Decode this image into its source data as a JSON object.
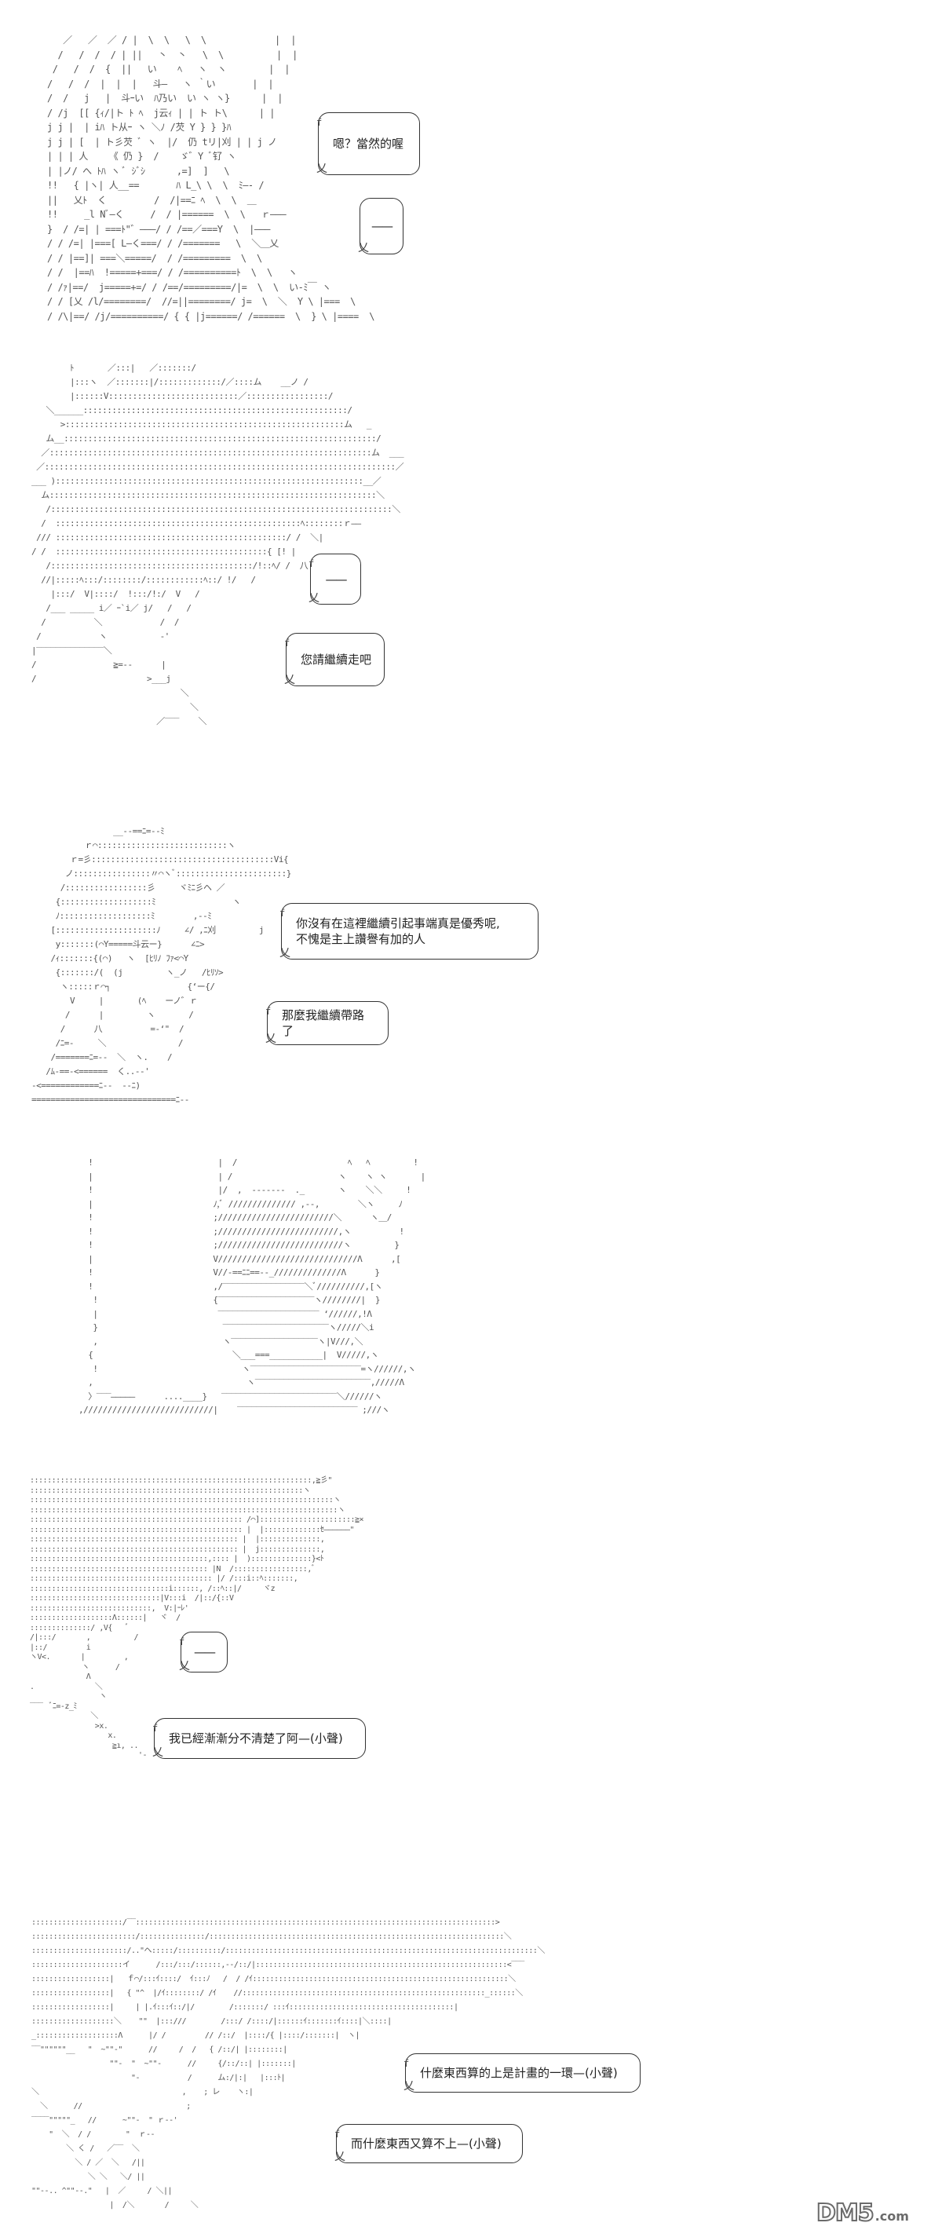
{
  "page": {
    "background": "#ffffff",
    "ink_color": "#333333"
  },
  "panels": [
    {
      "id": 1,
      "ascii_art": "   ／   ／  ／ / |  \\  \\   \\  \\             |  |\n  /   /  /  / | ||   丶  丶   \\  \\          |  |\n /   /  /  {  ||   い    ﾍ   ヽ  ヽ        |  |\n/   /  /  |  |  |   斗―   ヽ ｀い       |  |\n/  /   j   |  斗ｰい  ﾊ乃い  い ヽ ヽ}      |  |\n/ /j  [[ {ｨ/|ト ﾄ ﾍ  j云ｨ | | ト ト\\      | |\nj j |  | iﾊ ト从ｰ ヽ ＼ﾉ /芡 Y } } }ﾊ\nj j | [  | ト彡芡 ﾞ ヽ  |/  仍 tリ|刈 | | j ノ\n| | | 人    《 仍 }  /    ゞ゛Y ﾞ钌 ヽ\n| |ノ/ へ ﾄﾊ ヽ ﾞ ｼﾞｼ      ,=]  ]   \\\n!!   { |ヽ| 人__==       ﾊ L_\\ \\  \\  ﾐ―‐ /\n||   乂ﾄ  く         /  /|==ﾆ ﾍ  \\  \\  ＿\n!!     _l Nﾞ―く     /  / |======  \\  \\   ｒ―――\n}  / /=| | ===ﾄ\"゛―――/ / /==／===Y  \\  |―――\n/ / /=| |===[ L―く===/ / /=======   \\  ＼＿乂\n/ / |==]| ===＼=====/  / /=========  \\  \\\n/ /  |==ﾊ  !=====+===/ / /==========ﾄ  \\  \\   ヽ\n/ /ｧ|==/  j=====+=/ / /==/=========/|=  \\  \\  い-ﾐ￣ ヽ\n/ / [乂 /l/========/  //=||========/ j=  \\  ＼  Y \\ |===  \\\n/ /\\|==/ /j/==========/ { { |j======/ /======  \\  } \\ |====  \\",
      "bubbles": [
        {
          "text": "嗯？當然的喔",
          "tail": "乂",
          "mark": "f"
        },
        {
          "text": "——",
          "tail": "乂",
          "mark": ""
        }
      ]
    },
    {
      "id": 2,
      "ascii_art": "        ﾄ       ／:::|   ／:::::::/\n        |:::ヽ  ／:::::::|/:::::::::::::/／::::ム    __ノ /\n        |::::::V:::::::::::::::::::::::::::／:::::::::::::::::/\n   ＼______:::::::::::::::::::::::::::::::::::::::::::::::::::::::/\n      >::::::::::::::::::::::::::::::::::::::::::::::::::::::::::ム   _\n   ム__:::::::::::::::::::::::::::::::::::::::::::::::::::::::::::::::::/\n  ／:::::::::::::::::::::::::::::::::::::::::::::::::::::::::::::::::::ム  ___\n ／:::::::::::::::::::::::::::::::::::::::::::::::::::::::::::::::::::::::::／\n___ )::::::::::::::::::::::::::::::::::::::::::::::::::::::::::::::::__／\n  ム::::::::::::::::::::::::::::::::::::::::::::::::::::::::::::::::::::＼\n   /:::::::::::::::::::::::::::::::::::::::::::::::::::::::::::::::::::::::＼\n  /  :::::::::::::::::::::::::::::::::::::::::::::::::::ﾍ::::::::ｒ――\n /// ::::::::::::::::::::::::::::::::::::::::::::::::/ /  ＼|\n/ /  ::::::::::::::::::::::::::::::::::::::::::::{ [! |\n   /::::::::::::::::::::::::::::::::::::::::::/!::ﾍ/ /  八\n  //|:::::ﾍ:::/::::::::/::::::::::::ﾍ::/ !/   /\n    |:::/  V|::::/  !:::/!:/  V   /\n   /___ _____ i／ ｰ`i／ j/   /   /\n  /          ＼            /  /\n /            ヽ           ‐'\n|‾‾‾‾‾‾‾‾‾‾‾‾‾‾＼\n/                ≧=--      |\n/                       >___j\n                               ＼\n                                 ＼\n                          ／‾‾‾    ＼",
      "bubbles": [
        {
          "text": "——",
          "tail": "乂",
          "mark": "f"
        },
        {
          "text": "您請繼續走吧",
          "tail": "乂",
          "mark": "f"
        }
      ]
    },
    {
      "id": 3,
      "ascii_art": "                 __--==ﾆ=--ﾐ\n           ｒ⌒:::::::::::::::::::::::::::ヽ\n        ｒ=彡::::::::::::::::::::::::::::::::::::::Vi{\n       ノ::::::::::::::::〃⌒ヽﾞ:::::::::::::::::::::::}\n      /:::::::::::::::::彡     ヾﾐﾆ彡ヘ ／\n     {:::::::::::::::::::ﾐ                ヽ\n     ﾉ:::::::::::::::::::ﾐ        ,--ﾐ\n    [:::::::::::::::::::::ﾉ     ∠/ ,ﾆ刈         j\n     y:::::::(⌒Y=====斗云ー}      ∠ﾆ>\n    /ｨ:::::::{(⌒)   ヽ  [ﾋﾘﾉ ﾌｧ<⌒Y\n     {:::::::/(  (j         ヽ_ノ   /ﾋﾘｿ>\n      ヽ:::::ｒ⌒┐                {‘ー{/\n        V     |       (ﾍ    ーノ゛ｒ\n       /      |         ヽ       /\n      /      八          =-‘\"  /\n     /ﾆ=-     ＼               /\n    /=======ﾆ=--  ＼  ヽ.    /\n   /ﾑ-==-<======  く..-‐'\n-<============ﾆ--  ‐-ﾆ)\n==============================ﾆ--",
      "bubbles": [
        {
          "lines": [
            "你沒有在這裡繼續引起事端真是優秀呢,",
            "不愧是主上讚譽有加的人"
          ],
          "tail": "乂",
          "mark": "f"
        },
        {
          "text": "那麼我繼續帶路了",
          "tail": "乂",
          "mark": "f"
        }
      ]
    },
    {
      "id": 4,
      "ascii_art": "  !                          |  /                       ﾍ   ﾍ         !\n  |                          | /                      ヽ    ヽ ヽ       |\n  !                          |/  ,  ‐‐‐‐‐‐‐  ._       ヽ    ＼＼     !\n  |                         ﾉ,ﾞ ////////////// ,--,        ＼ヽ     ﾉ\n  !                         ;////////////////////////＼      ヽ＿/\n  !                         ;/////////////////////////,ヽ          !\n  !                         ;//////////////////////////ヽ         }\n  |                         V/////////////////////////////Λ      ,[\n  !                         V//‐==ﾆﾆ==‐‐_//////////////Λ      }\n  !                         ,/‾‾‾‾‾‾‾‾‾‾‾‾‾‾‾‾‾＼ﾞ//////////,[ヽ\n   !                        {‾‾‾‾‾‾‾‾‾‾‾‾‾‾‾‾‾‾‾‾ヽ////////|  }\n   |                         ‾‾‾‾‾‾‾‾‾‾‾‾‾‾‾‾‾‾‾‾‾ ‘//////,!Λ\n   }                          ‾‾‾‾‾‾‾‾‾‾‾‾‾‾‾‾‾‾‾‾‾‾ヽ/////＼i\n   ,                          ヽ‾‾‾‾‾‾‾‾‾‾‾‾‾‾‾‾‾‾ヽ|V///,＼\n  {                             ＼___===___________|  V/////,ヽ\n   !                              ヽ‾‾‾‾‾‾‾‾‾‾‾‾‾‾‾‾‾‾‾‾‾‾‾=ヽ//////,ヽ\n  ,                                ヽ‾‾‾‾‾‾‾‾‾‾‾‾‾‾‾‾‾‾‾‾‾‾‾‾,/////Λ\n  〉‾‾‾―――――      ....____}   ‾‾‾‾‾‾‾‾‾‾‾‾‾‾‾‾‾‾‾‾‾‾‾‾＼//////ヽ\n,///////////////////////////|    ‾‾‾‾‾‾‾‾‾‾‾‾‾‾‾‾‾‾‾‾‾‾‾‾‾ ;///ヽ",
      "bubbles": []
    },
    {
      "id": 5,
      "ascii_art": ":::::::::::::::::::::::::::::::::::::::::::::::::::::::::::::::::,≧彡\"\n:::::::::::::::::::::::::::::::::::::::::::::::::::::::::::::::ヽ\n::::::::::::::::::::::::::::::::::::::::::::::::::::::::::::::::::::::ヽ\n:::::::::::::::::::::::::::::::::::::::::::::::::::::::::::::::::::::::ヽ\n::::::::::::::::::::::::::::::::::::::::::::::::: /⌒]::::::::::::::::::::::≧×\n::::::::::::::::::::::::::::::::::::::::::::::::: |  |:::::::::::::ｾ――――――\"\n:::::::::::::::::::::::::::::::::::::::::::::::: |  |::::::::::::::,\n:::::::::::::::::::::::::::::::::::::::::::::::: |  j::::::::::::::,\n:::::::::::::::::::::::::::::::::::::::::,:::: |  )::::::::::::::}<ﾄ\n::::::::::::::::::::::::::::::::::::::::: |N  /:::::::::::::::::,ﾞ\n:::::::::::::::::::::::::::::::::::::::::: |/ /:::i::ﾍ:::::::,\n::::::::::::::::::::::::::::::::i::::::, /::ﾍ::|/     ヾz\n::::::::::::::::::::::::::::::|V:::i  /|::/{::V\n::::::::::::::::::::::::::::,  V:|ｰﾚ'\n:::::::::::::::::::Λ::::::|   ヾ  /\n::::::::::::::/ ,V{   ﾞ\n/|:::/       ,          /\n|::/         i\nヽV<.       |         ,\n            ヽ      /\n             Λ\n.              ＼\n                ヽ\n‾‾‾  ﾞﾆ=-z_ﾐ\n              ＼\n               >x.\n                  x.\n                   ≧ı, ..\n                         '‐",
      "bubbles": [
        {
          "text": "——",
          "tail": "乂",
          "mark": "f"
        },
        {
          "text": "我已經漸漸分不清楚了阿—(小聲)",
          "tail": "乂",
          "mark": "f"
        }
      ]
    },
    {
      "id": 6,
      "ascii_art": ":::::::::::::::::::::/‾‾:::::::::::::::::::::::::::::::::::::::::::::::::::::::::::::::::::::::::::::::::::>\n::::::::::::::::::::::::/:::::::::::::::/::::::::::::::::::::::::::::::::::::::::::::::::::::::::::::::::::::＼\n::::::::::::::::::::::/..\"ヘ:::::/::::::::::/::::::::::::::::::::::::::::::::::::::::::::::::::::::::::::::::::::::::＼\n:::::::::::::::::::::イ      /:::/:::/::::::,--/::/|::::::::::::::::::::::::::::::::::::::::::::::::::::::::::<‾‾‾\n::::::::::::::::::|   ｆ⌒/:::ｲ::::/  ｲ:::ﾉ   /  / /ｲ:::::::::::::::::::::::::::::::::::::::::::::::::::::::::::＼\n::::::::::::::::::|   { \"^  |/ｲ::::::::/ /ｲ    //::::::::::::::::::::::::::::::::::::::::::::::::::::::::_::::::＼\n::::::::::::::::::|     | |.ｲ:::ｲ::/|/        /:::::::/ :::ｲ::::::::::::::::::::::::::::::::::::::|\n:::::::::::::::::::＼    \"\"  |:::///        /:::/ /::::/|::::::ｲ:::::::ｲ::::|＼::::|\n_:::::::::::::::::::Λ      |/ /         // /::/  |::::/{ |::::/:::::::|  ヽ|\n‾‾\"\"\"\"\"\"__   \"  ~\"\"‐\"      //     /  /   { /::/| |::::::::|\n                  \"\"‐  \"  ~\"\"‐      //     {/::/::| |:::::::|\n                       \"‐           /      ム:/|:|   |:::ﾄ|\n＼                                 ,    ; レ    ヽ:|\n  ＼      //                        ;\n‾‾‾‾\"\"\"\"\"_   //      ~\"\"‐  \" ｒ-‐'\n    \"  ＼  / /        \"  ｒ--\n        ＼ く /   ／‾‾  ＼\n          ＼ / ／  ＼   /||\n             ＼ ＼   ＼/ ||\n\"\"‐-.. ^\"\"‐‐.\"   |  ／     / ＼||\n                  |  /＼       /     ＼",
      "bubbles": [
        {
          "text": "什麼東西算的上是計畫的一環—(小聲)",
          "tail": "乂",
          "mark": "f"
        },
        {
          "text": "而什麼東西又算不上—(小聲)",
          "tail": "乂",
          "mark": "f"
        }
      ]
    }
  ],
  "watermark": {
    "brand": "DM5",
    "suffix": ".com",
    "color": "#6b6b6b"
  }
}
